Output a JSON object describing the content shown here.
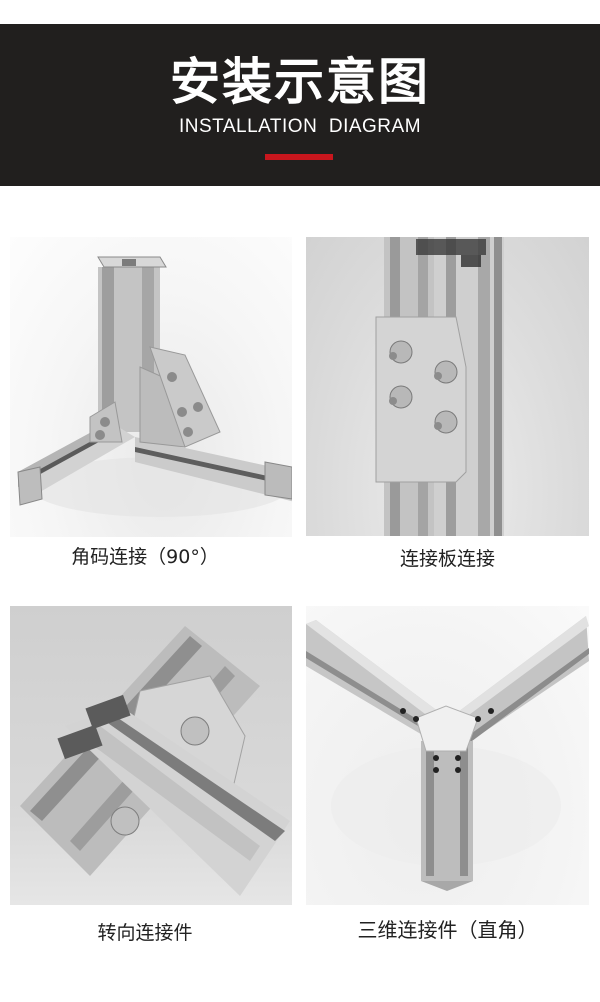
{
  "header": {
    "title": "安装示意图",
    "subtitle": "INSTALLATION  DIAGRAM",
    "accent_color": "#c8161d",
    "background_color": "#211f1e"
  },
  "diagrams": [
    {
      "caption": "角码连接（90°）",
      "image": "corner-bracket-connection-image"
    },
    {
      "caption": "连接板连接",
      "image": "connecting-plate-connection-image"
    },
    {
      "caption": "转向连接件",
      "image": "pivot-connector-image"
    },
    {
      "caption": "三维连接件（直角）",
      "image": "3d-right-angle-connector-image"
    }
  ]
}
